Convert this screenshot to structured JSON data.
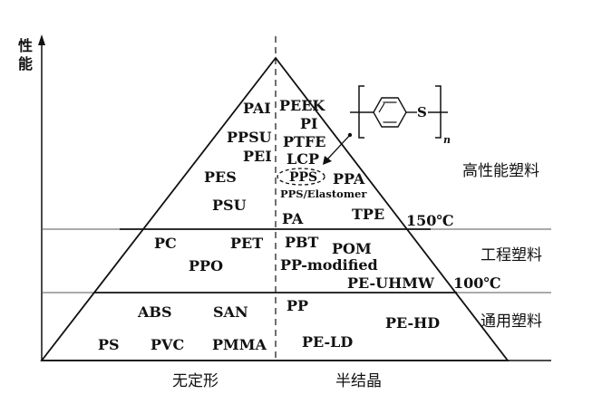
{
  "axis": {
    "y_label_top": "性",
    "y_label_bottom": "能"
  },
  "tiers": [
    {
      "name": "高性能塑料",
      "temperature": "150℃"
    },
    {
      "name": "工程塑料",
      "temperature": "100℃"
    },
    {
      "name": "通用塑料"
    }
  ],
  "bottom_labels": {
    "left": "无定形",
    "right": "半结晶"
  },
  "high_performance": {
    "amorphous": [
      "PAI",
      "PPSU",
      "PEI",
      "PES",
      "PSU"
    ],
    "semicrystalline": [
      "PEEK",
      "PI",
      "PTFE",
      "LCP",
      "PPS",
      "PPA",
      "PPS/Elastomer",
      "PA",
      "TPE"
    ]
  },
  "engineering": {
    "amorphous": [
      "PC",
      "PET",
      "PPO"
    ],
    "semicrystalline": [
      "PBT",
      "POM",
      "PP-modified",
      "PE-UHMW"
    ]
  },
  "commodity": {
    "amorphous": [
      "ABS",
      "SAN",
      "PS",
      "PVC",
      "PMMA"
    ],
    "semicrystalline": [
      "PP",
      "PE-HD",
      "PE-LD"
    ]
  },
  "structure": {
    "atom": "S",
    "subscript": "n"
  }
}
